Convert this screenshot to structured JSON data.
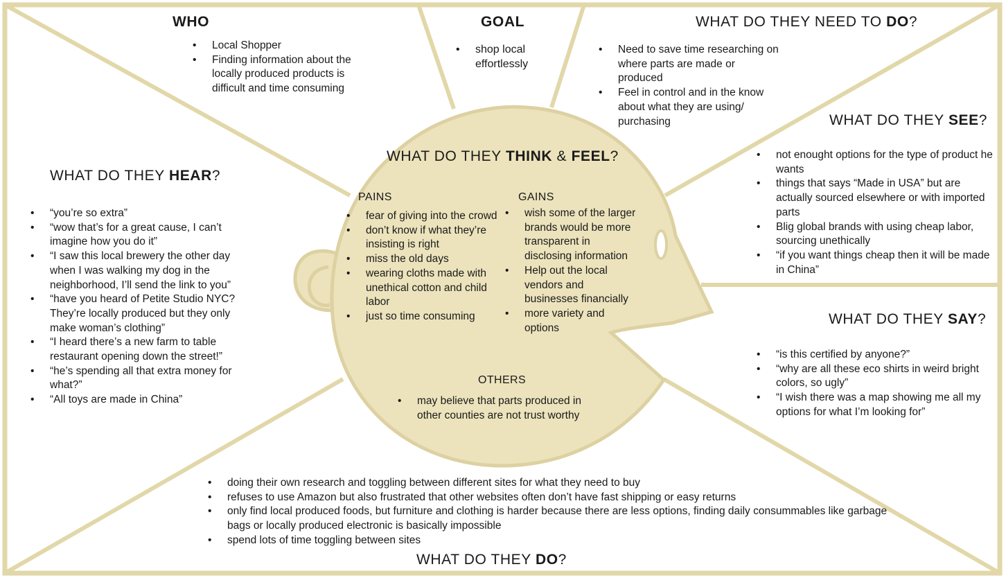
{
  "colors": {
    "frame": "#e2d7a8",
    "head_fill": "#ece3bc",
    "head_stroke": "#ddd1a2",
    "ink": "#1a1a1a"
  },
  "who": {
    "title": "WHO",
    "items": [
      "Local Shopper",
      "Finding information about the locally produced products is difficult and time consuming"
    ]
  },
  "goal": {
    "title": "GOAL",
    "items": [
      "shop local effortlessly"
    ]
  },
  "need": {
    "title_pre": "WHAT DO THEY NEED TO ",
    "title_bold": "DO",
    "title_post": "?",
    "items": [
      "Need to save time researching on where parts are made or produced",
      "Feel in control and in the know about what they are using/ purchasing"
    ]
  },
  "see": {
    "title_pre": "WHAT DO THEY ",
    "title_bold": "SEE",
    "title_post": "?",
    "items": [
      "not enought options for the type of product he wants",
      "things that says “Made in USA” but are actually sourced elsewhere or with imported parts",
      "Blig global brands with using cheap labor, sourcing unethically",
      "“if you want things cheap then it will be made in China”"
    ]
  },
  "hear": {
    "title_pre": "WHAT DO THEY ",
    "title_bold": "HEAR",
    "title_post": "?",
    "items": [
      "“you’re so extra”",
      "“wow that’s for a great cause, I can’t imagine how you do it”",
      "“I saw this local brewery the other day when I was walking my dog in the neighborhood, I’ll send the link to you”",
      "“have you heard of Petite Studio NYC? They’re locally produced but they only make woman’s clothing”",
      "“I heard there’s a new farm to table restaurant opening down the street!”",
      "“he’s spending all that extra money for what?”",
      "“All toys are made in China”"
    ]
  },
  "think": {
    "title_pre": "WHAT DO THEY ",
    "title_bold1": "THINK",
    "title_amp": " & ",
    "title_bold2": "FEEL",
    "title_post": "?",
    "pains_label": "PAINS",
    "pains": [
      "fear of giving into the crowd",
      "don’t know if what they’re insisting is right",
      "miss the old days",
      "wearing cloths made with unethical cotton and child labor",
      "just so time consuming"
    ],
    "gains_label": "GAINS",
    "gains": [
      "wish some of the larger brands would be more transparent in disclosing information",
      "Help out the local vendors and businesses financially",
      "more variety and options"
    ],
    "others_label": "OTHERS",
    "others": [
      "may believe that parts produced in other counties are not trust worthy"
    ]
  },
  "say": {
    "title_pre": "WHAT DO THEY ",
    "title_bold": "SAY",
    "title_post": "?",
    "items": [
      "“is this certified by anyone?”",
      "“why are all these eco shirts in weird bright colors, so ugly”",
      "“I wish there was a map showing me all my options for what I’m looking for”"
    ]
  },
  "do": {
    "title_pre": "WHAT DO THEY ",
    "title_bold": "DO",
    "title_post": "?",
    "items": [
      "doing their own research and toggling between different sites for what they need to buy",
      "refuses to use Amazon but also frustrated that other websites often don’t have fast shipping or easy returns",
      "only find local produced foods, but furniture and clothing is harder because there are less options, finding daily consummables like garbage bags or locally produced electronic is basically impossible",
      "spend lots of time toggling between sites"
    ]
  }
}
